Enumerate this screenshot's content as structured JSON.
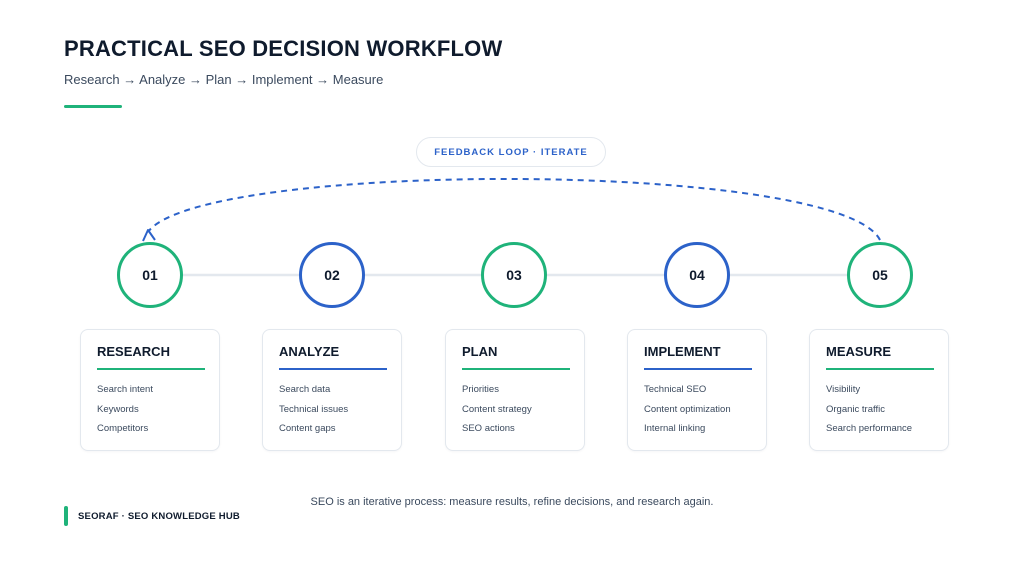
{
  "header": {
    "title": "PRACTICAL SEO DECISION WORKFLOW",
    "subtitle": "Research → Analyze → Plan → Implement → Measure"
  },
  "feedback_loop": {
    "label": "FEEDBACK LOOP · ITERATE"
  },
  "colors": {
    "green": "#1fb37a",
    "blue": "#2c62c9",
    "text_dark": "#0f1b2d",
    "text_muted": "#3b4a5e",
    "border": "#e3e8ee"
  },
  "steps": [
    {
      "number": "01",
      "title": "RESEARCH",
      "accent": "green",
      "items": [
        "Search intent",
        "Keywords",
        "Competitors"
      ]
    },
    {
      "number": "02",
      "title": "ANALYZE",
      "accent": "blue",
      "items": [
        "Search data",
        "Technical issues",
        "Content gaps"
      ]
    },
    {
      "number": "03",
      "title": "PLAN",
      "accent": "green",
      "items": [
        "Priorities",
        "Content strategy",
        "SEO actions"
      ]
    },
    {
      "number": "04",
      "title": "IMPLEMENT",
      "accent": "blue",
      "items": [
        "Technical SEO",
        "Content optimization",
        "Internal linking"
      ]
    },
    {
      "number": "05",
      "title": "MEASURE",
      "accent": "green",
      "items": [
        "Visibility",
        "Organic traffic",
        "Search performance"
      ]
    }
  ],
  "footer": {
    "note": "SEO is an iterative process: measure results, refine decisions, and research again.",
    "brand": "SEORAF · SEO KNOWLEDGE HUB"
  }
}
